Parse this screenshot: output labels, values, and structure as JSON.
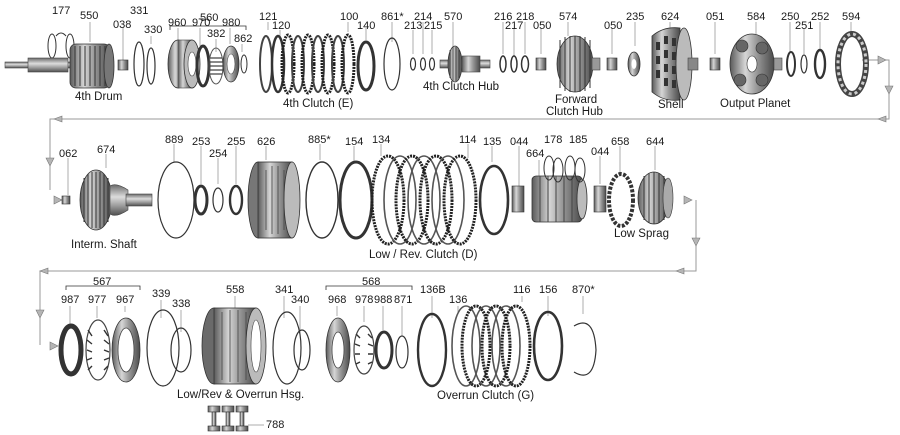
{
  "labels": {
    "p177": "177",
    "p550": "550",
    "p038": "038",
    "p331": "331",
    "p330": "330",
    "p560": "560",
    "p960": "960",
    "p970": "970",
    "p382": "382",
    "p980": "980",
    "p862": "862",
    "p121": "121",
    "p120": "120",
    "p100": "100",
    "p140": "140",
    "p861": "861*",
    "p213": "213",
    "p214": "214",
    "p215": "215",
    "p570": "570",
    "p216": "216",
    "p217": "217",
    "p218": "218",
    "p050a": "050",
    "p574": "574",
    "p050b": "050",
    "p235": "235",
    "p624": "624",
    "p051": "051",
    "p584": "584",
    "p250": "250",
    "p251": "251",
    "p252": "252",
    "p594": "594",
    "p062": "062",
    "p674": "674",
    "p889": "889",
    "p253": "253",
    "p254": "254",
    "p255": "255",
    "p626": "626",
    "p885": "885*",
    "p154": "154",
    "p134": "134",
    "p114": "114",
    "p135": "135",
    "p044a": "044",
    "p178": "178",
    "p664": "664",
    "p185": "185",
    "p044b": "044",
    "p658": "658",
    "p644": "644",
    "p567": "567",
    "p987": "987",
    "p977": "977",
    "p967": "967",
    "p339": "339",
    "p338": "338",
    "p558": "558",
    "p341": "341",
    "p340": "340",
    "p568": "568",
    "p968": "968",
    "p978": "978",
    "p988": "988",
    "p871": "871",
    "p136b": "136B",
    "p136": "136",
    "p116": "116",
    "p156": "156",
    "p870": "870*",
    "p788": "788"
  },
  "captions": {
    "fourth_drum": "4th Drum",
    "fourth_clutch": "4th Clutch (E)",
    "fourth_clutch_hub": "4th Clutch Hub",
    "forward_hub_line1": "Forward",
    "forward_hub_line2": "Clutch Hub",
    "shell": "Shell",
    "output_planet": "Output Planet",
    "interm_shaft": "Interm. Shaft",
    "low_rev_clutch": "Low / Rev. Clutch (D)",
    "low_sprag": "Low Sprag",
    "low_rev_overrun_hsg": "Low/Rev & Overrun Hsg.",
    "overrun_clutch": "Overrun Clutch (G)"
  },
  "colors": {
    "steel_dark": "#4a4a4a",
    "steel_mid": "#8a8a8a",
    "steel_light": "#c8c8c8",
    "friction_dark": "#2e2e2e",
    "leader_gray": "#9a9a9a",
    "text": "#1a1a1a"
  }
}
